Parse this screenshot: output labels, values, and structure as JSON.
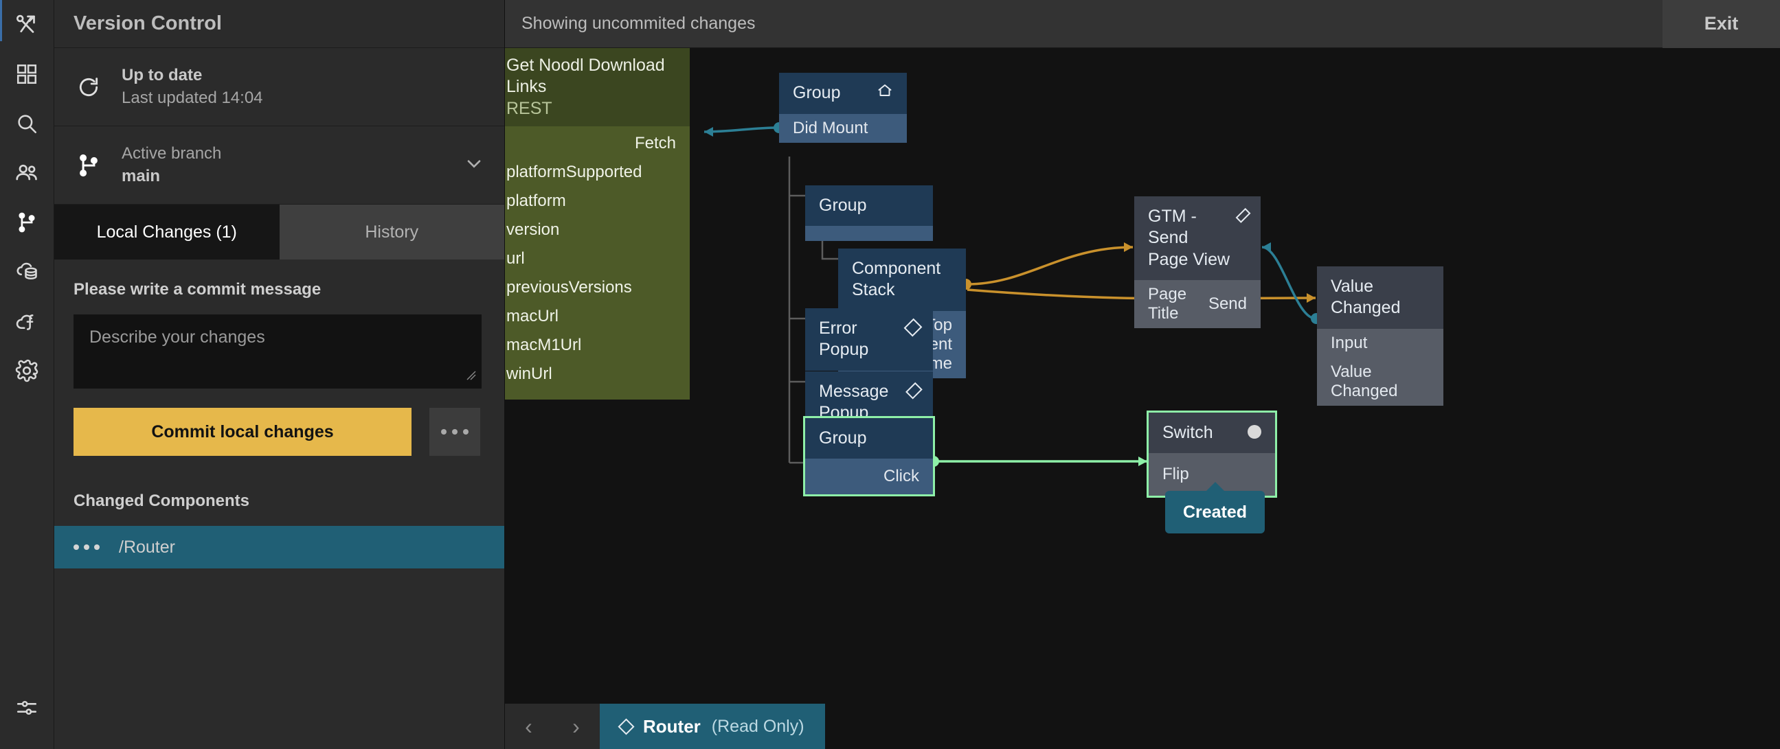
{
  "rail": {
    "items": [
      {
        "icon": "noodl-logo-icon",
        "name": "logo"
      },
      {
        "icon": "components-grid-icon",
        "name": "components"
      },
      {
        "icon": "search-icon",
        "name": "search"
      },
      {
        "icon": "users-icon",
        "name": "users"
      },
      {
        "icon": "git-branch-icon",
        "name": "version-control"
      },
      {
        "icon": "cloud-data-icon",
        "name": "cloud-data"
      },
      {
        "icon": "cloud-functions-icon",
        "name": "cloud-functions"
      },
      {
        "icon": "gear-icon",
        "name": "settings"
      },
      {
        "icon": "sliders-icon",
        "name": "preferences"
      }
    ]
  },
  "version_control": {
    "title": "Version Control",
    "sync": {
      "status": "Up to date",
      "last_updated": "Last updated 14:04",
      "icon": "refresh-icon"
    },
    "branch": {
      "label": "Active branch",
      "name": "main",
      "icon": "git-branch-icon",
      "chevron": "chevron-down-icon"
    },
    "tabs": [
      {
        "label": "Local Changes (1)",
        "active": true
      },
      {
        "label": "History",
        "active": false
      }
    ],
    "commit": {
      "label": "Please write a commit message",
      "placeholder": "Describe your changes",
      "value": "",
      "button_label": "Commit local changes",
      "more_label": "•••"
    },
    "changed": {
      "heading": "Changed Components",
      "items": [
        {
          "name": "/Router",
          "selected": true
        }
      ]
    }
  },
  "topbar": {
    "message": "Showing uncommited changes",
    "exit_label": "Exit"
  },
  "graph": {
    "nodes": [
      {
        "id": "rest",
        "title": "Get Noodl Download Links",
        "subtitle": "REST",
        "inputs": [],
        "outputs": [
          "Fetch"
        ],
        "props": [
          "platformSupported",
          "platform",
          "version",
          "url",
          "previousVersions",
          "macUrl",
          "macM1Url",
          "winUrl"
        ]
      },
      {
        "id": "group-main",
        "title": "Group",
        "icon": "home-icon",
        "ports_out": [
          "Did Mount"
        ]
      },
      {
        "id": "group-2",
        "title": "Group",
        "icon": null,
        "ports_out": []
      },
      {
        "id": "component-stack",
        "title": "Component Stack",
        "icon": null,
        "ports_out": [
          "Top Component Name"
        ]
      },
      {
        "id": "error-popup",
        "title": "Error Popup",
        "icon": "diamond-icon",
        "ports_out": []
      },
      {
        "id": "message-popup",
        "title": "Message Popup",
        "icon": "diamond-icon",
        "ports_out": []
      },
      {
        "id": "group-3",
        "title": "Group",
        "icon": null,
        "ports_out": [
          "Click"
        ],
        "highlighted": true
      },
      {
        "id": "gtm",
        "title": "GTM - Send Page View",
        "icon": "diamond-icon",
        "ports_in": [
          "Page Title"
        ],
        "ports_out": [
          "Send"
        ]
      },
      {
        "id": "value-changed",
        "title": "Value Changed",
        "icon": null,
        "ports_in": [
          "Input"
        ],
        "ports_out": [
          "Value Changed"
        ]
      },
      {
        "id": "switch",
        "title": "Switch",
        "icon": "circle-icon",
        "ports_in": [
          "Flip"
        ],
        "highlighted": true
      }
    ],
    "badge": {
      "label": "Created"
    }
  },
  "bottombar": {
    "prev": "‹",
    "next": "›",
    "tab": {
      "icon": "diamond-icon",
      "name": "Router",
      "state": "(Read Only)"
    }
  },
  "colors": {
    "accent_yellow": "#e6b84b",
    "accent_teal": "#205f75",
    "highlight_green": "#8ef0a8",
    "node_blue_head": "#1f3a55",
    "node_blue_body": "#3d5b7c",
    "node_green_head": "#3b4620",
    "node_green_body": "#4d5a28",
    "node_grey_head": "#3a3f4a",
    "node_grey_body": "#575c66",
    "panel_bg": "#2b2b2b",
    "canvas_bg": "#121212"
  }
}
